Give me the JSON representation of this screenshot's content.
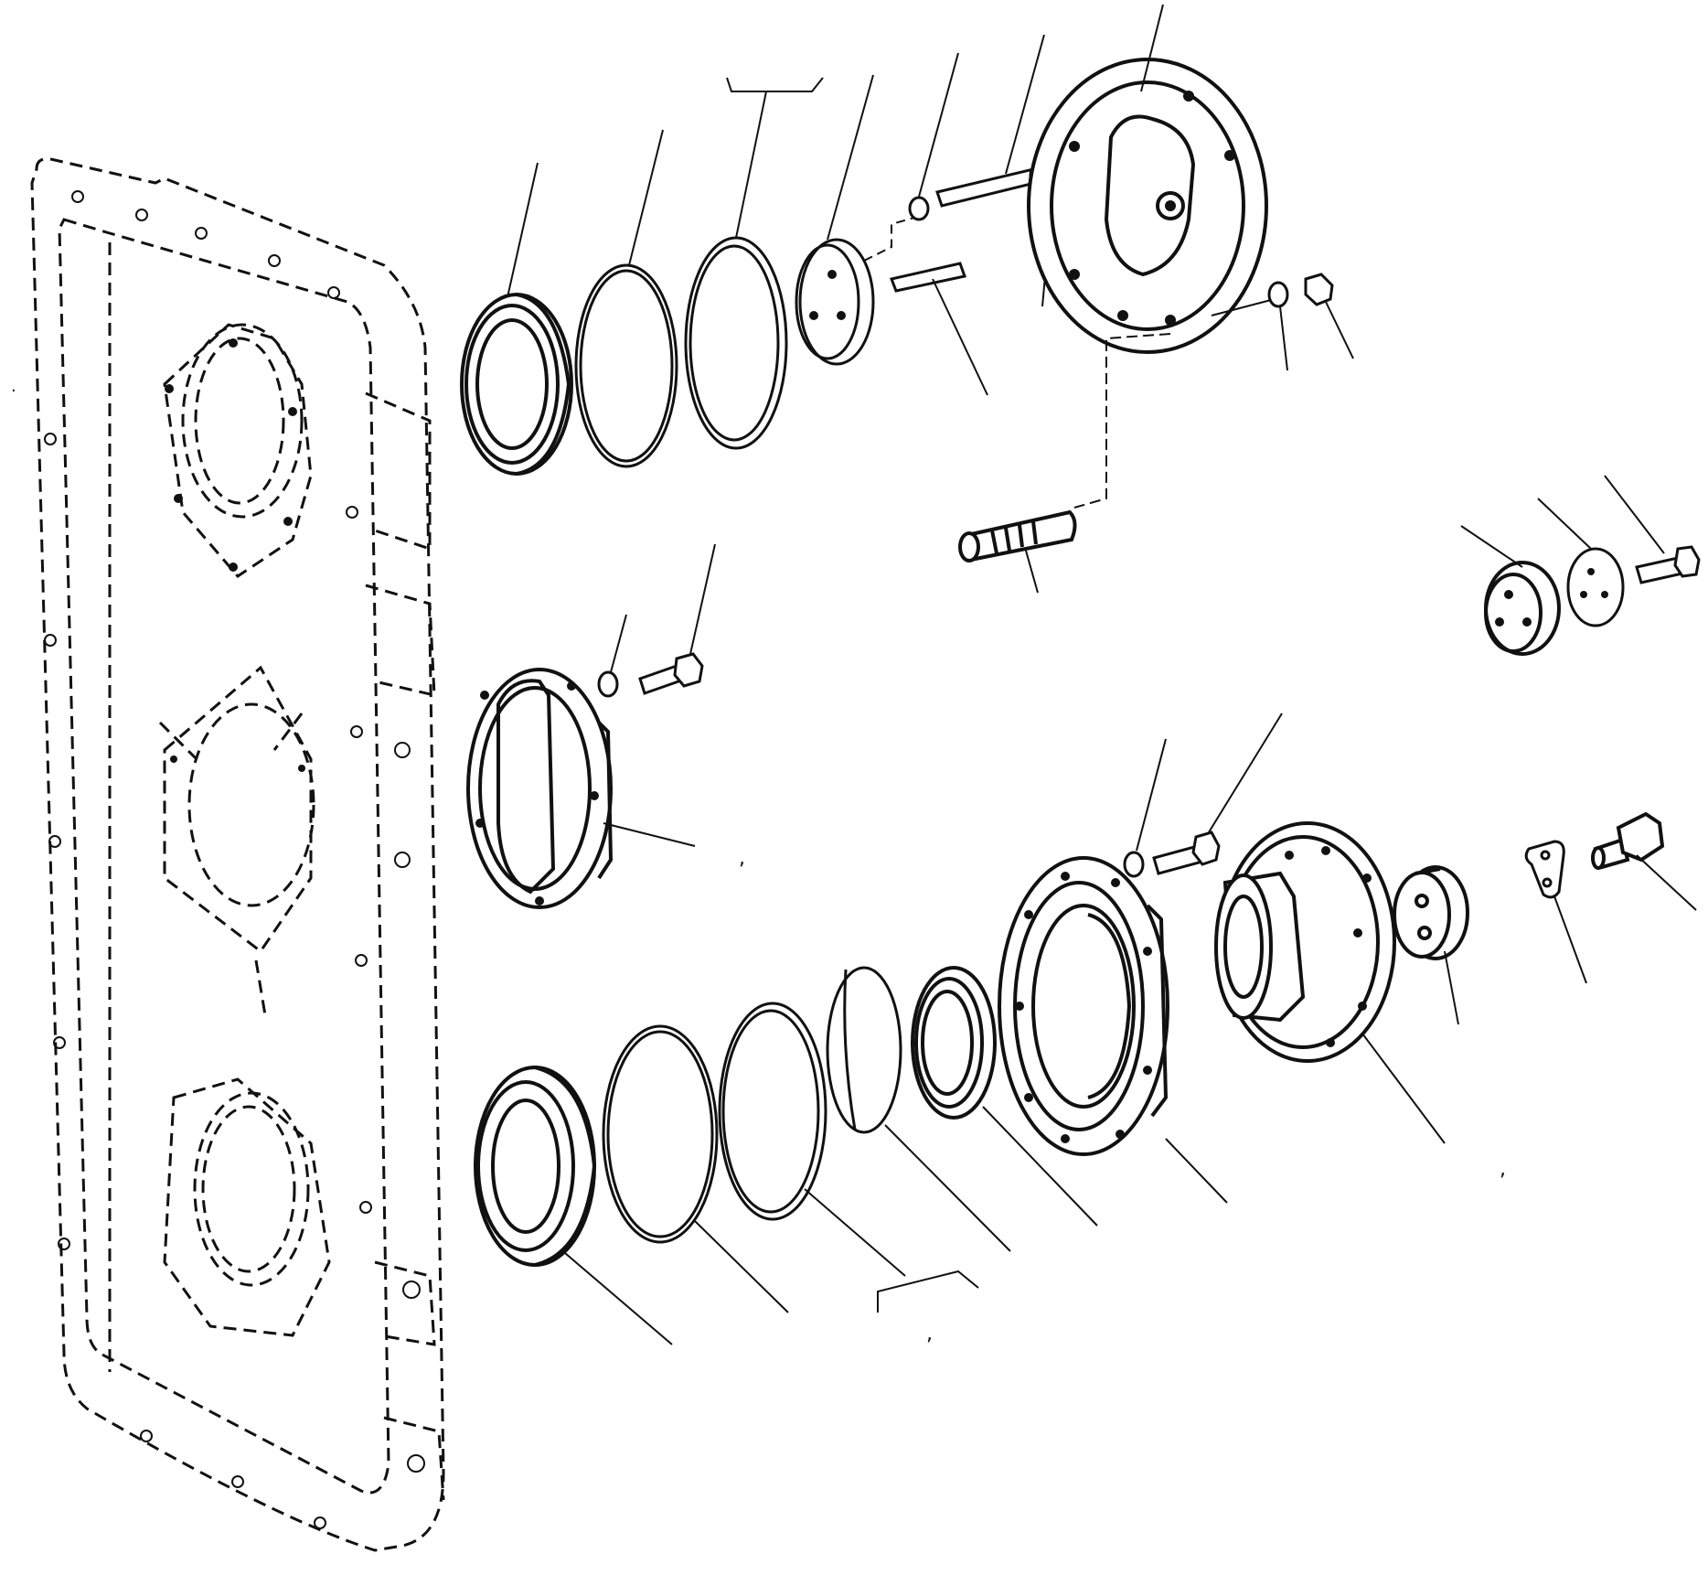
{
  "diagram": {
    "ink_color": "#111111",
    "paper_color": "#ffffff",
    "parts": [
      {
        "id": "housing-outline",
        "style": "dashed"
      },
      {
        "id": "upper-bearing"
      },
      {
        "id": "upper-snap-ring"
      },
      {
        "id": "upper-shim"
      },
      {
        "id": "small-cap-3-holes"
      },
      {
        "id": "upper-washer"
      },
      {
        "id": "upper-long-pin"
      },
      {
        "id": "upper-short-pin"
      },
      {
        "id": "upper-grease-fitting"
      },
      {
        "id": "upper-bearing-cover"
      },
      {
        "id": "upper-lock-washer"
      },
      {
        "id": "upper-nut"
      },
      {
        "id": "stud"
      },
      {
        "id": "middle-bearing-cover"
      },
      {
        "id": "middle-washer"
      },
      {
        "id": "middle-bolt"
      },
      {
        "id": "right-cap-3-holes"
      },
      {
        "id": "right-plate-3-holes"
      },
      {
        "id": "right-bolt"
      },
      {
        "id": "lower-bearing"
      },
      {
        "id": "lower-snap-ring"
      },
      {
        "id": "lower-shim"
      },
      {
        "id": "lower-spacer"
      },
      {
        "id": "lower-oil-seal"
      },
      {
        "id": "lower-bearing-cage"
      },
      {
        "id": "lower-washer"
      },
      {
        "id": "lower-bolt"
      },
      {
        "id": "splined-flange-yoke"
      },
      {
        "id": "end-washer-plate"
      },
      {
        "id": "lock-plate"
      },
      {
        "id": "flange-bolt"
      }
    ]
  }
}
